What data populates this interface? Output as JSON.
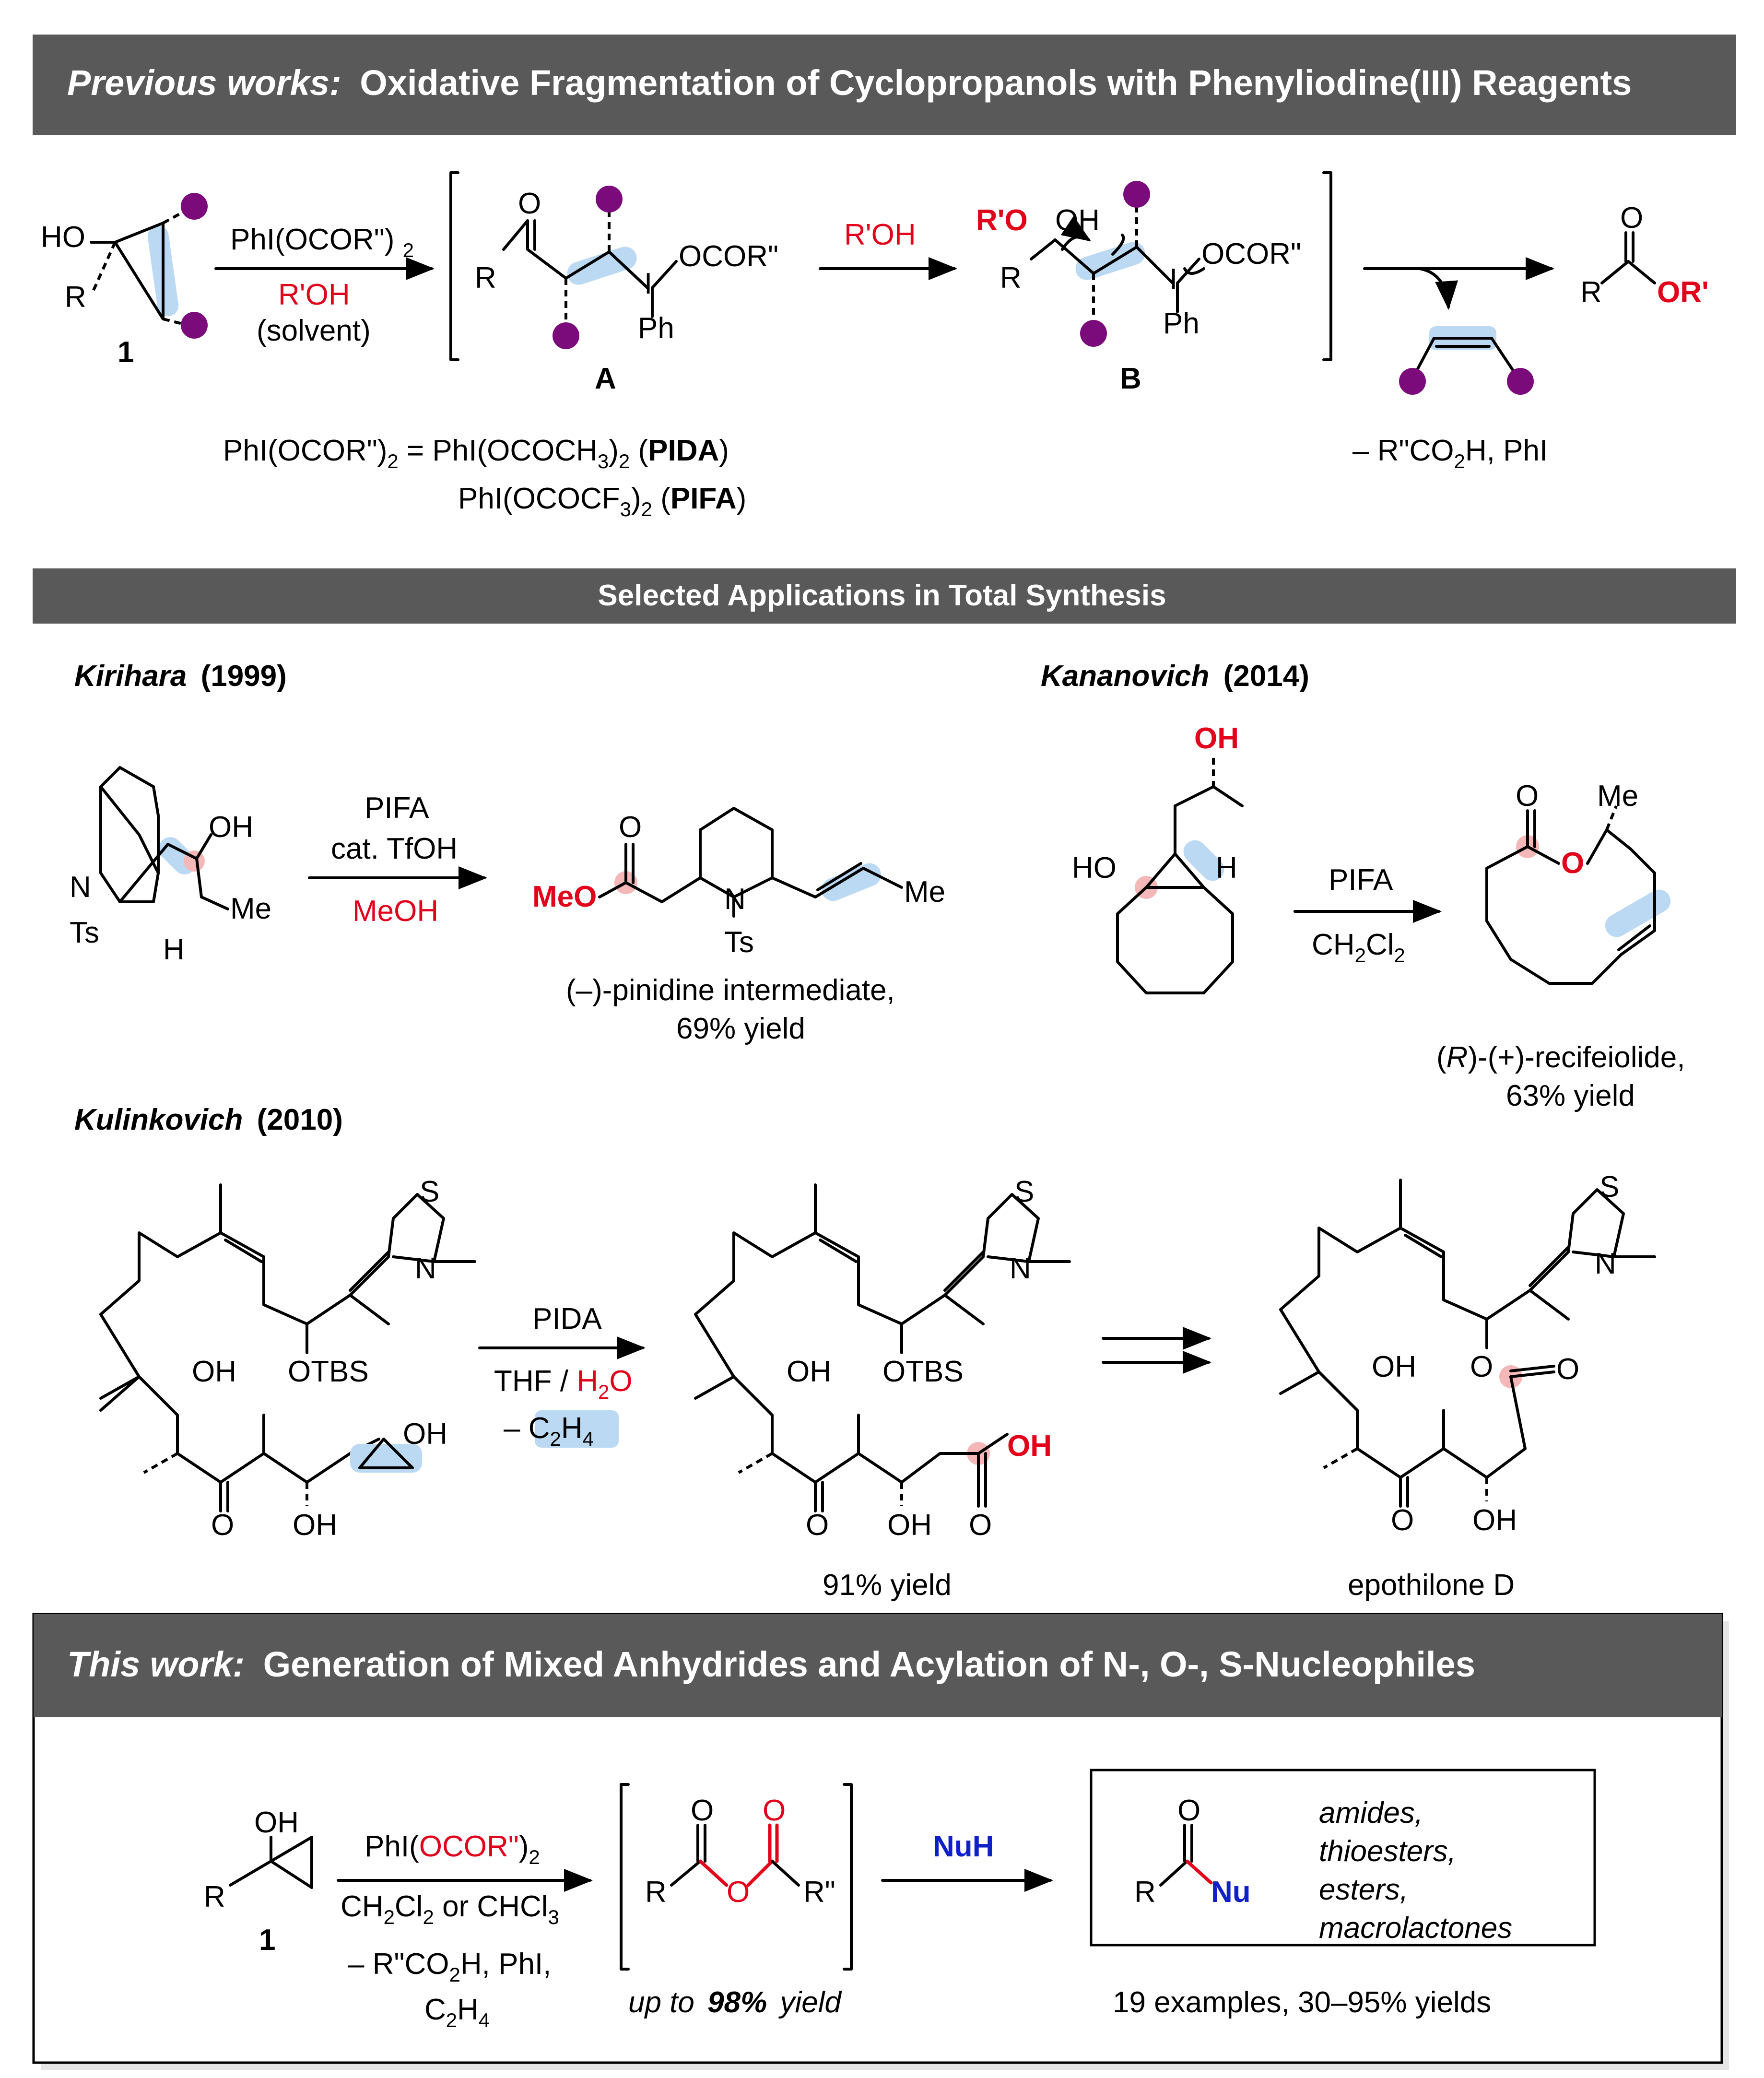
{
  "banners": {
    "previous_prefix": "Previous works:",
    "previous_title": "Oxidative Fragmentation of Cyclopropanols with Phenyliodine(III) Reagents",
    "applications_title": "Selected Applications in Total Synthesis",
    "this_work_prefix": "This work:",
    "this_work_title": "Generation of Mixed Anhydrides and Acylation of N-, O-, S-Nucleophiles"
  },
  "previous": {
    "reagent": "PhI(OCOR\")",
    "reagent_sub": "2",
    "solvent_reagent": "R'OH",
    "solvent_note": "(solvent)",
    "compound_1": "1",
    "label_A": "A",
    "label_B": "B",
    "arrow2_reagent": "R'OH",
    "ocor": "OCOR\"",
    "ph": "Ph",
    "product_or": "OR'",
    "byproducts": "– R\"CO2H, PhI",
    "def_line1": "PhI(OCOR\")2 = PhI(OCOCH3)2 (PIDA)",
    "def_line2": "PhI(OCOCF3)2 (PIFA)",
    "ro_label": "R'O",
    "oh_label": "OH",
    "r_label": "R",
    "o_label": "O",
    "ho_label": "HO"
  },
  "kirihara": {
    "author": "Kirihara",
    "year": "(1999)",
    "reagent1": "PIFA",
    "reagent2": "cat. TfOH",
    "solvent": "MeOH",
    "product_name": "(–)-pinidine intermediate,",
    "yield": "69% yield",
    "meo": "MeO",
    "me": "Me",
    "ts": "Ts",
    "n": "N",
    "h": "H",
    "oh": "OH"
  },
  "kananovich": {
    "author": "Kananovich",
    "year": "(2014)",
    "reagent": "PIFA",
    "solvent": "CH2Cl2",
    "product_name": "(R)-(+)-recifeiolide,",
    "yield": "63% yield",
    "oh": "OH",
    "ho": "HO",
    "h": "H",
    "me": "Me",
    "o": "O"
  },
  "kulinkovich": {
    "author": "Kulinkovich",
    "year": "(2010)",
    "reagent": "PIDA",
    "solvent": "THF / H2O",
    "loss": "– C2H4",
    "yield": "91% yield",
    "final_name": "epothilone D",
    "otbs": "OTBS",
    "oh": "OH",
    "o": "O",
    "s": "S",
    "n": "N"
  },
  "this_work": {
    "reagent": "PhI(OCOR\")2",
    "solvent": "CH2Cl2 or CHCl3",
    "byproducts_line1": "– R\"CO2H, PhI,",
    "byproducts_line2": "C2H4",
    "intermediate_yield_prefix": "up to",
    "intermediate_yield_value": "98%",
    "intermediate_yield_suffix": "yield",
    "nucleophile": "NuH",
    "nu": "Nu",
    "compound_1": "1",
    "product_types": [
      "amides,",
      "thioesters,",
      "esters,",
      "macrolactones"
    ],
    "summary": "19 examples, 30–95% yields"
  },
  "colors": {
    "banner": "#595959",
    "accent_red": "#e3001b",
    "accent_blue": "#1020c8",
    "highlight_blue": "#bcd9f3",
    "highlight_pink": "#f4b8b8",
    "substituent_dot": "#7b0a7b"
  }
}
